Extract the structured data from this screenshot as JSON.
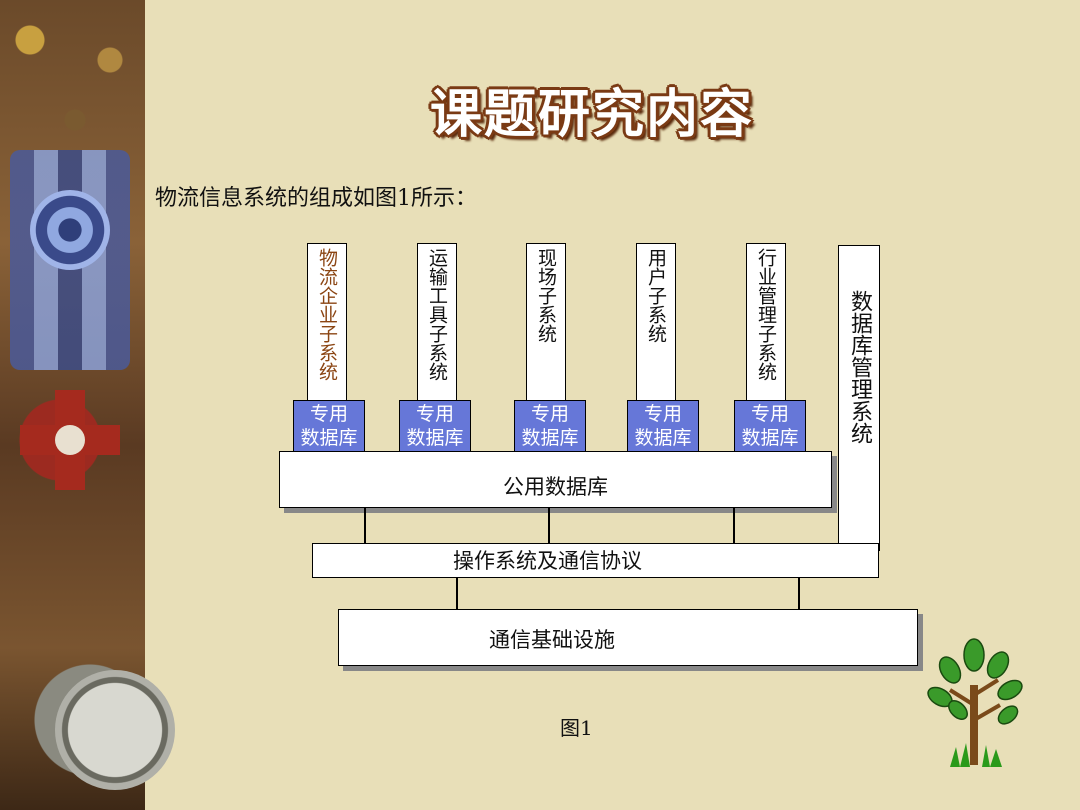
{
  "slide": {
    "title": "课题研究内容",
    "intro": "物流信息系统的组成如图1所示：",
    "caption": "图1"
  },
  "diagram": {
    "subsystems": [
      {
        "label": "物流企业子系统",
        "db": "专用\n数据库"
      },
      {
        "label": "运输工具子系统",
        "db": "专用\n数据库"
      },
      {
        "label": "现场子系统",
        "db": "专用\n数据库"
      },
      {
        "label": "用户子系统",
        "db": "专用\n数据库"
      },
      {
        "label": "行业管理子系统",
        "db": "专用\n数据库"
      }
    ],
    "dbms": "数据库管理系统",
    "public_db": "公用数据库",
    "os_protocol": "操作系统及通信协议",
    "infrastructure": "通信基础设施"
  },
  "colors": {
    "background": "#e8dfb8",
    "db_fill": "#6677d8",
    "title_outline": "#7a3a14",
    "first_subsystem_text": "#8b4513"
  },
  "decor": {
    "left_image": "medals-and-compass-photo",
    "tree_icon": "tree-icon"
  }
}
